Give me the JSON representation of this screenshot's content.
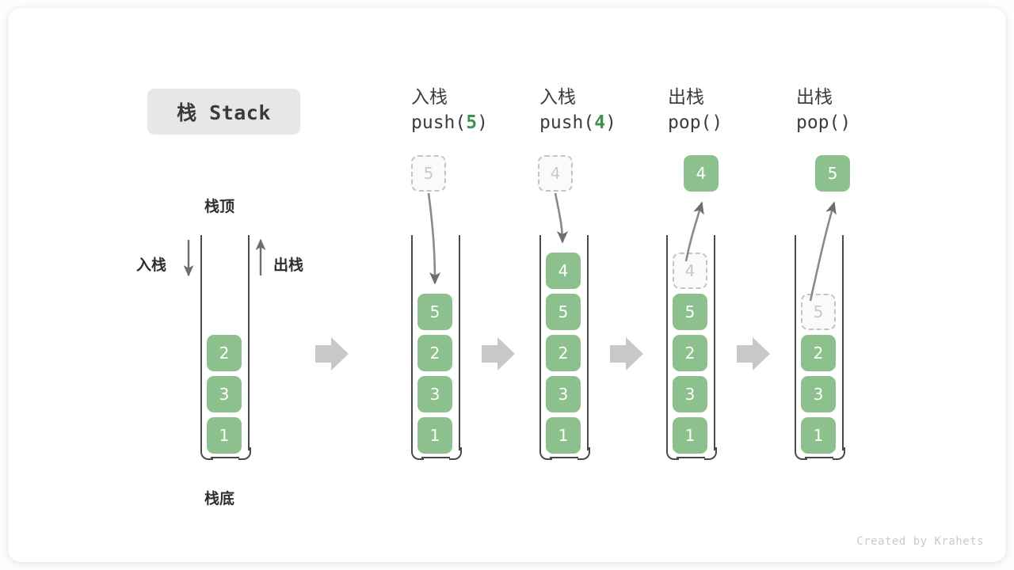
{
  "title_badge": "栈 Stack",
  "credit": "Created by Krahets",
  "colors": {
    "cell_fill": "#8cc08c",
    "cell_text": "#ffffff",
    "ghost_fill": "#fafafa",
    "ghost_border": "#c4c4c4",
    "ghost_text": "#c9c9c9",
    "container_stroke": "#4a4a4a",
    "arrow_gray": "#c8c8c8",
    "thin_arrow": "#6e6e6e",
    "badge_bg": "#e7e7e7",
    "accent_green": "#3f8f4f"
  },
  "annotations": {
    "top_label": "栈顶",
    "bottom_label": "栈底",
    "push_label": "入栈",
    "pop_label": "出栈"
  },
  "columns": [
    {
      "id": "initial",
      "head_zh": "",
      "head_code": "",
      "head_code_pre": "",
      "head_code_num": "",
      "head_code_post": "",
      "cells": [
        "2",
        "3",
        "1"
      ],
      "ghost_top": null,
      "ghost_in_stack": null,
      "popped": null
    },
    {
      "id": "push5",
      "head_zh": "入栈",
      "head_code_pre": "push(",
      "head_code_num": "5",
      "head_code_post": ")",
      "cells": [
        "5",
        "2",
        "3",
        "1"
      ],
      "ghost_top": "5",
      "ghost_in_stack": null,
      "popped": null
    },
    {
      "id": "push4",
      "head_zh": "入栈",
      "head_code_pre": "push(",
      "head_code_num": "4",
      "head_code_post": ")",
      "cells": [
        "4",
        "5",
        "2",
        "3",
        "1"
      ],
      "ghost_top": "4",
      "ghost_in_stack": null,
      "popped": null
    },
    {
      "id": "pop1",
      "head_zh": "出栈",
      "head_code_pre": "pop(",
      "head_code_num": "",
      "head_code_post": ")",
      "cells": [
        "5",
        "2",
        "3",
        "1"
      ],
      "ghost_top": null,
      "ghost_in_stack": "4",
      "popped": "4"
    },
    {
      "id": "pop2",
      "head_zh": "出栈",
      "head_code_pre": "pop(",
      "head_code_num": "",
      "head_code_post": ")",
      "cells": [
        "2",
        "3",
        "1"
      ],
      "ghost_top": null,
      "ghost_in_stack": "5",
      "popped": "5"
    }
  ],
  "flow_arrows": 4
}
